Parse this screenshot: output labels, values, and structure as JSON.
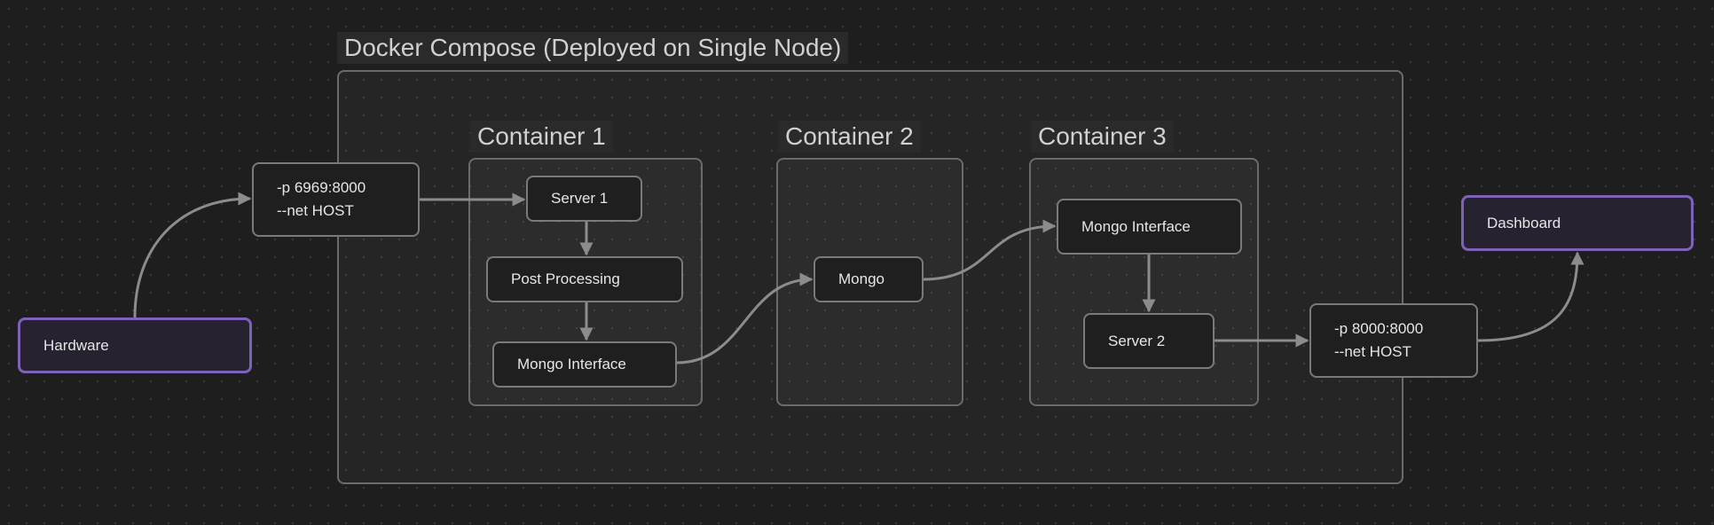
{
  "groups": {
    "outer": {
      "label": "Docker Compose (Deployed on Single Node)"
    },
    "container1": {
      "label": "Container 1"
    },
    "container2": {
      "label": "Container 2"
    },
    "container3": {
      "label": "Container 3"
    }
  },
  "nodes": {
    "hardware": {
      "label": "Hardware"
    },
    "port_in": {
      "line1": "-p 6969:8000",
      "line2": "--net HOST"
    },
    "server1": {
      "label": "Server 1"
    },
    "post_processing": {
      "label": "Post Processing"
    },
    "mongo_interface_1": {
      "label": "Mongo Interface"
    },
    "mongo": {
      "label": "Mongo"
    },
    "mongo_interface_2": {
      "label": "Mongo Interface"
    },
    "server2": {
      "label": "Server 2"
    },
    "port_out": {
      "line1": "-p 8000:8000",
      "line2": "--net HOST"
    },
    "dashboard": {
      "label": "Dashboard"
    }
  },
  "colors": {
    "background": "#1e1e1e",
    "node_border": "#7a7a7a",
    "endpoint_border": "#7e62b8",
    "edge": "#8c8c8c"
  }
}
